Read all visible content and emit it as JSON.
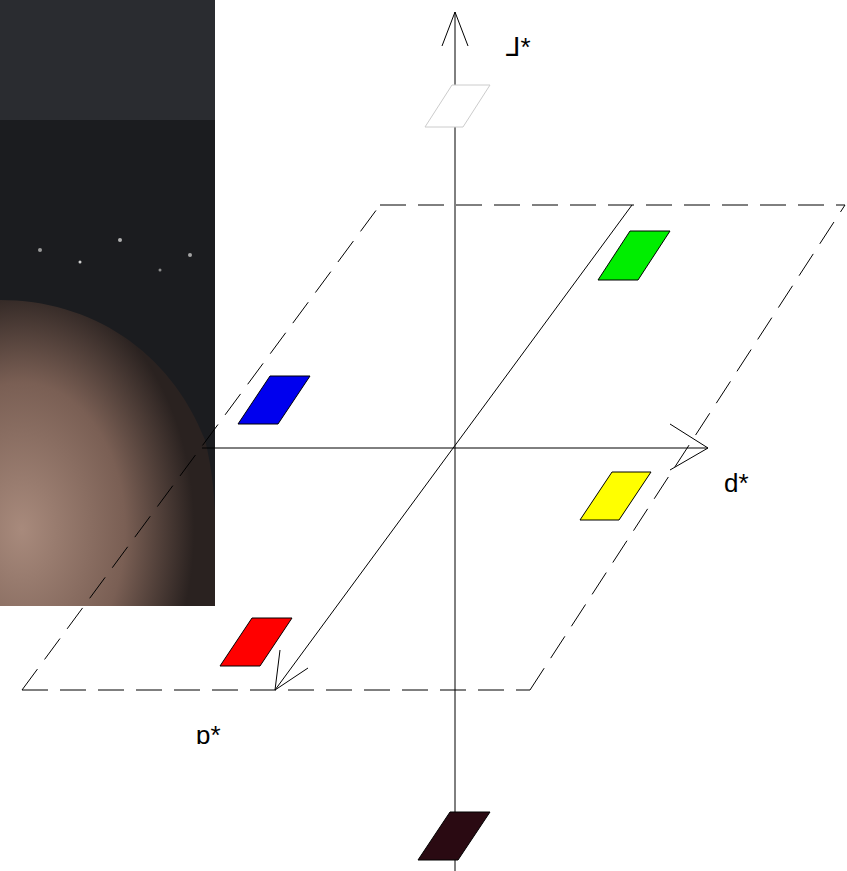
{
  "diagram": {
    "labels": [
      "⅃*",
      "d*",
      "ɒ*"
    ]
  }
}
